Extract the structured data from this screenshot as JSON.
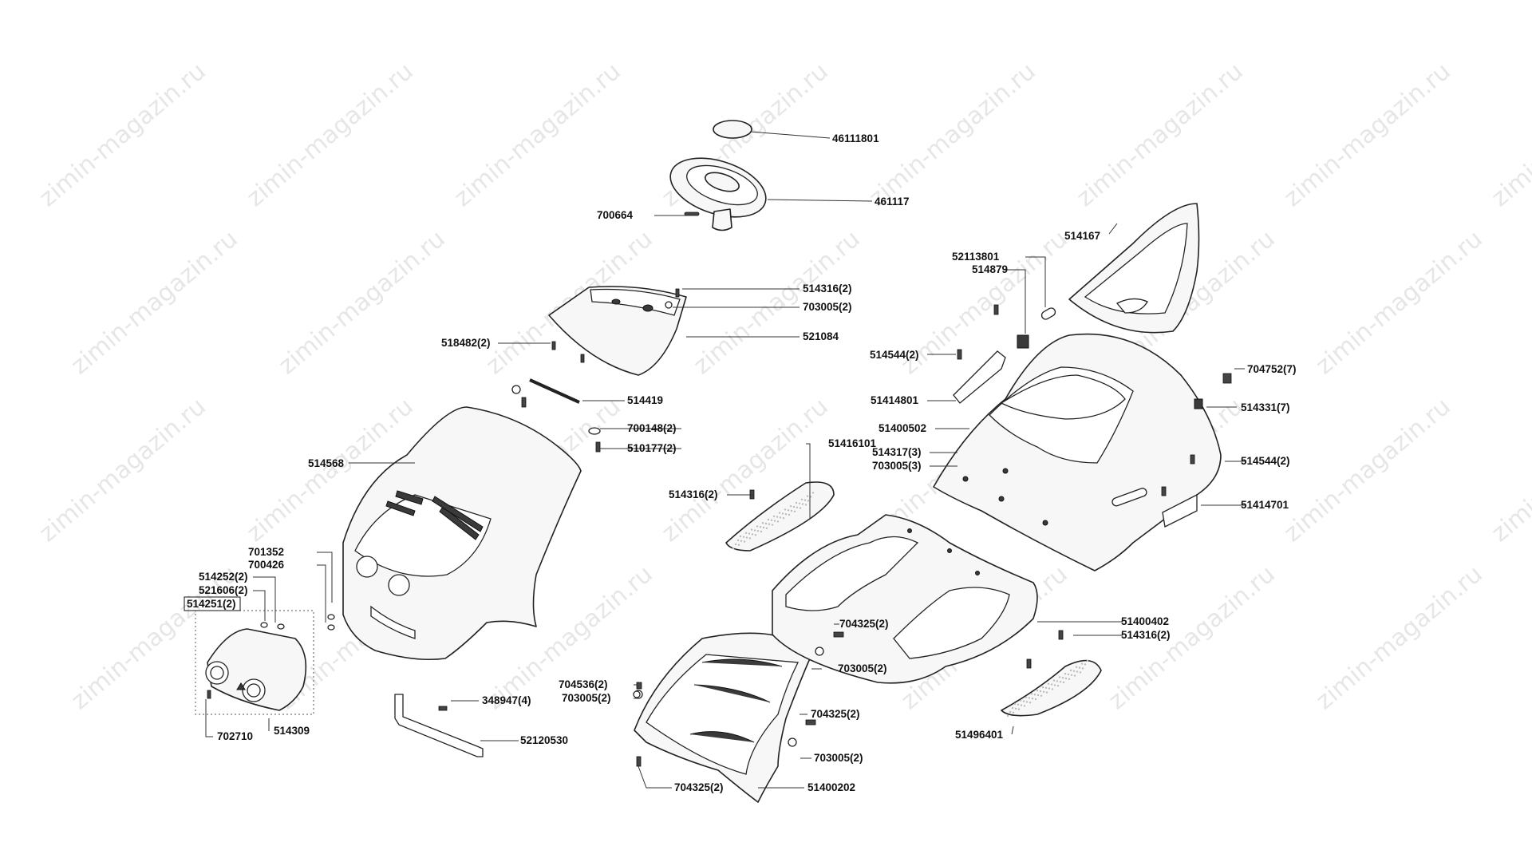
{
  "watermark": "zimin-magazin.ru",
  "labels": [
    {
      "id": "46111801",
      "text": "46111801"
    },
    {
      "id": "461117",
      "text": "461117"
    },
    {
      "id": "700664",
      "text": "700664"
    },
    {
      "id": "514167",
      "text": "514167"
    },
    {
      "id": "52113801",
      "text": "52113801"
    },
    {
      "id": "514879",
      "text": "514879"
    },
    {
      "id": "514316-top",
      "text": "514316(2)"
    },
    {
      "id": "703005-top",
      "text": "703005(2)"
    },
    {
      "id": "518482",
      "text": "518482(2)"
    },
    {
      "id": "521084",
      "text": "521084"
    },
    {
      "id": "514544-l",
      "text": "514544(2)"
    },
    {
      "id": "704752",
      "text": "704752(7)"
    },
    {
      "id": "514331",
      "text": "514331(7)"
    },
    {
      "id": "51414801",
      "text": "51414801"
    },
    {
      "id": "514419",
      "text": "514419"
    },
    {
      "id": "51400502",
      "text": "51400502"
    },
    {
      "id": "700148",
      "text": "700148(2)"
    },
    {
      "id": "51416101",
      "text": "51416101"
    },
    {
      "id": "514317",
      "text": "514317(3)"
    },
    {
      "id": "510177",
      "text": "510177(2)"
    },
    {
      "id": "703005-3",
      "text": "703005(3)"
    },
    {
      "id": "514544-r",
      "text": "514544(2)"
    },
    {
      "id": "514568",
      "text": "514568"
    },
    {
      "id": "514316-mid",
      "text": "514316(2)"
    },
    {
      "id": "51414701",
      "text": "51414701"
    },
    {
      "id": "701352",
      "text": "701352"
    },
    {
      "id": "700426",
      "text": "700426"
    },
    {
      "id": "514252",
      "text": "514252(2)"
    },
    {
      "id": "521606",
      "text": "521606(2)"
    },
    {
      "id": "514251",
      "text": "514251(2)"
    },
    {
      "id": "51400402",
      "text": "51400402"
    },
    {
      "id": "704325-a",
      "text": "704325(2)"
    },
    {
      "id": "514316-r",
      "text": "514316(2)"
    },
    {
      "id": "703005-a",
      "text": "703005(2)"
    },
    {
      "id": "704536",
      "text": "704536(2)"
    },
    {
      "id": "703005-b",
      "text": "703005(2)"
    },
    {
      "id": "348947",
      "text": "348947(4)"
    },
    {
      "id": "514309",
      "text": "514309"
    },
    {
      "id": "702710",
      "text": "702710"
    },
    {
      "id": "704325-b",
      "text": "704325(2)"
    },
    {
      "id": "51496401",
      "text": "51496401"
    },
    {
      "id": "52120530",
      "text": "52120530"
    },
    {
      "id": "703005-c",
      "text": "703005(2)"
    },
    {
      "id": "704325-c",
      "text": "704325(2)"
    },
    {
      "id": "51400202",
      "text": "51400202"
    }
  ]
}
